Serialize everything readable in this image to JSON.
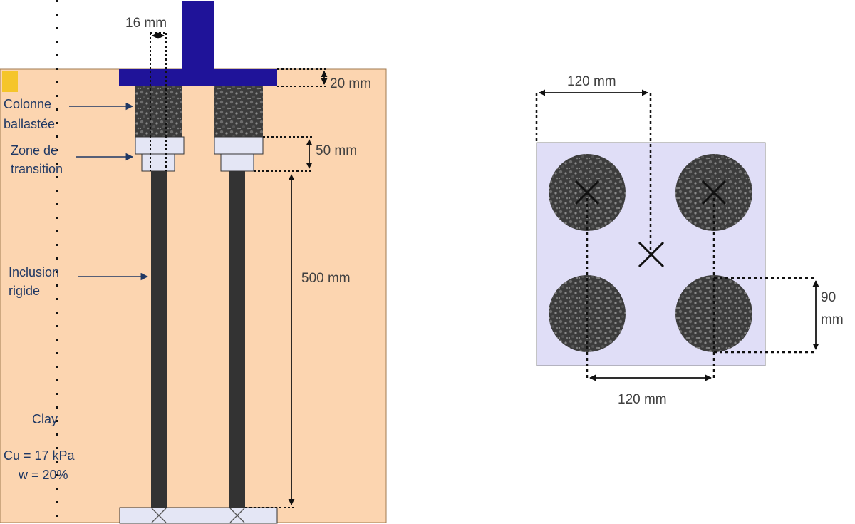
{
  "colors": {
    "soil": "#fcd5b0",
    "plate": "#1f1399",
    "transition": "#e4e6f5",
    "plan_background": "#e0def7",
    "inclusion": "#333333",
    "gravel": "#3a3a3a",
    "marker": "#f5c52a",
    "annotation": "#1f3864"
  },
  "section": {
    "dimension_top_width": "16 mm",
    "dimension_plate_thickness": "20 mm",
    "dimension_transition_height": "50 mm",
    "dimension_inclusion_length": "500 mm",
    "label_colonne_line1": "Colonne",
    "label_colonne_line2": "ballastée",
    "label_zone_line1": "Zone de",
    "label_zone_line2": "transition",
    "label_inclusion_line1": "Inclusion",
    "label_inclusion_line2": "rigide",
    "soil_name": "Clay",
    "soil_cu": "Cu = 17 kPa",
    "soil_w": "w =  20%"
  },
  "plan": {
    "dimension_top": "120 mm",
    "dimension_bottom": "120 mm",
    "dimension_side_line1": "90",
    "dimension_side_line2": "mm"
  }
}
